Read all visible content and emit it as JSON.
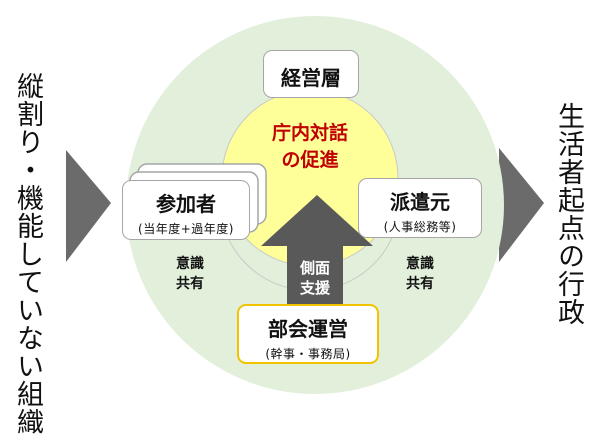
{
  "left_text": "縦割り・機能していない組織",
  "right_text": "生活者起点の行政",
  "center": {
    "line1": "庁内対話",
    "line2": "の促進"
  },
  "nodes": {
    "top": {
      "label": "経営層"
    },
    "left": {
      "label": "参加者",
      "sub": "(当年度+過年度)"
    },
    "right": {
      "label": "派遣元",
      "sub": "(人事総務等)"
    },
    "bottom": {
      "label": "部会運営",
      "sub": "(幹事・事務局)"
    }
  },
  "support_arrow": {
    "line1": "側面",
    "line2": "支援"
  },
  "awareness_left": {
    "line1": "意識",
    "line2": "共有"
  },
  "awareness_right": {
    "line1": "意識",
    "line2": "共有"
  },
  "colors": {
    "outer_circle": "#e2efda",
    "inner_circle": "#ffff99",
    "bottom_border": "#f2c300",
    "arrow": "#595959",
    "center_text": "#c00000"
  }
}
